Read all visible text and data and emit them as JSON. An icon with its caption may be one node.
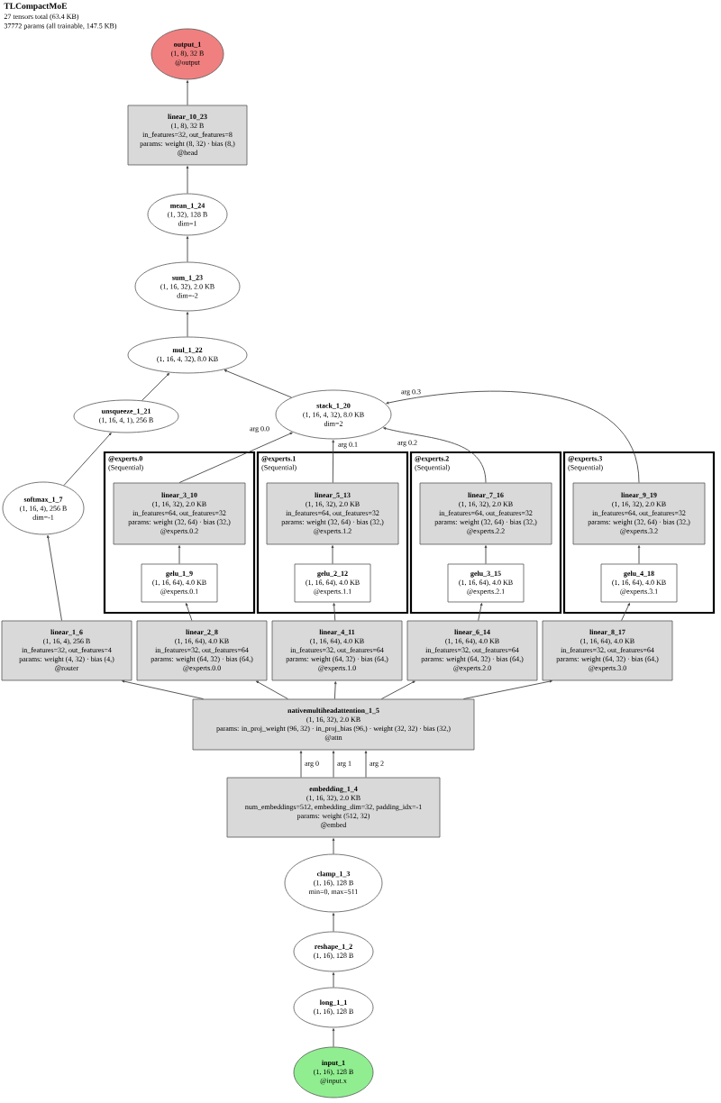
{
  "diagram": {
    "title": "TLCompactMoE",
    "nodes": [
      {
        "text": [
          "output_1",
          "(1, 8), 32 B",
          "@output"
        ]
      },
      {
        "text": [
          "linear_10_23",
          "(1, 8), 32 B",
          "in_features=32, out_features=8",
          "params: weight (8, 32) · bias (8,)",
          "@head"
        ]
      },
      {
        "text": [
          "mean_1_24",
          "(1, 32), 128 B",
          "dim=1"
        ]
      },
      {
        "text": [
          "sum_1_23",
          "(1, 16, 32), 2.0 KB",
          "dim=-2"
        ]
      },
      {
        "text": [
          "mul_1_22",
          "(1, 16, 4, 32), 8.0 KB"
        ]
      },
      {
        "text": [
          "unsqueeze_1_21",
          "(1, 16, 4, 1), 256 B"
        ]
      },
      {
        "text": [
          "stack_1_20",
          "(1, 16, 4, 32), 8.0 KB",
          "dim=2"
        ]
      },
      {
        "text": [
          "softmax_1_7",
          "(1, 16, 4), 256 B",
          "dim=-1"
        ]
      },
      {
        "text": [
          "@experts.0",
          "(Sequential)"
        ]
      },
      {
        "text": [
          "linear_3_10",
          "(1, 16, 32), 2.0 KB",
          "in_features=64, out_features=32",
          "params: weight (32, 64) · bias (32,)",
          "@experts.0.2"
        ],
        "in": 8
      },
      {
        "text": [
          "gelu_1_9",
          "(1, 16, 64), 4.0 KB",
          "@experts.0.1"
        ],
        "in": 8
      },
      {
        "text": [
          "@experts.1",
          "(Sequential)"
        ]
      },
      {
        "text": [
          "linear_5_13",
          "(1, 16, 32), 2.0 KB",
          "in_features=64, out_features=32",
          "params: weight (32, 64) · bias (32,)",
          "@experts.1.2"
        ],
        "in": 11
      },
      {
        "text": [
          "gelu_2_12",
          "(1, 16, 64), 4.0 KB",
          "@experts.1.1"
        ],
        "in": 11
      },
      {
        "text": [
          "@experts.2",
          "(Sequential)"
        ]
      },
      {
        "text": [
          "linear_7_16",
          "(1, 16, 32), 2.0 KB",
          "in_features=64, out_features=32",
          "params: weight (32, 64) · bias (32,)",
          "@experts.2.2"
        ],
        "in": 14
      },
      {
        "text": [
          "gelu_3_15",
          "(1, 16, 64), 4.0 KB",
          "@experts.2.1"
        ],
        "in": 14
      },
      {
        "text": [
          "@experts.3",
          "(Sequential)"
        ]
      },
      {
        "text": [
          "linear_9_19",
          "(1, 16, 32), 2.0 KB",
          "in_features=64, out_features=32",
          "params: weight (32, 64) · bias (32,)",
          "@experts.3.2"
        ],
        "in": 17
      },
      {
        "text": [
          "gelu_4_18",
          "(1, 16, 64), 4.0 KB",
          "@experts.3.1"
        ],
        "in": 17
      },
      {
        "text": [
          "linear_1_6",
          "(1, 16, 4), 256 B",
          "in_features=32, out_features=4",
          "params: weight (4, 32) · bias (4,)",
          "@router"
        ]
      },
      {
        "text": [
          "linear_2_8",
          "(1, 16, 64), 4.0 KB",
          "in_features=32, out_features=64",
          "params: weight (64, 32) · bias (64,)",
          "@experts.0.0"
        ]
      },
      {
        "text": [
          "linear_4_11",
          "(1, 16, 64), 4.0 KB",
          "in_features=32, out_features=64",
          "params: weight (64, 32) · bias (64,)",
          "@experts.1.0"
        ]
      },
      {
        "text": [
          "linear_6_14",
          "(1, 16, 64), 4.0 KB",
          "in_features=32, out_features=64",
          "params: weight (64, 32) · bias (64,)",
          "@experts.2.0"
        ]
      },
      {
        "text": [
          "linear_8_17",
          "(1, 16, 64), 4.0 KB",
          "in_features=32, out_features=64",
          "params: weight (64, 32) · bias (64,)",
          "@experts.3.0"
        ]
      },
      {
        "text": [
          "nativemultiheadattention_1_5",
          "(1, 16, 32), 2.0 KB",
          "params: in_proj_weight (96, 32) · in_proj_bias (96,) · weight (32, 32) · bias (32,)",
          "@attn"
        ]
      },
      {
        "text": [
          "embedding_1_4",
          "(1, 16, 32), 2.0 KB",
          "num_embeddings=512, embedding_dim=32, padding_idx=-1",
          "params: weight (512, 32)",
          "@embed"
        ]
      },
      {
        "text": [
          "clamp_1_3",
          "(1, 16), 128 B",
          "min=0, max=511"
        ]
      },
      {
        "text": [
          "reshape_1_2",
          "(1, 16), 128 B"
        ]
      },
      {
        "text": [
          "long_1_1",
          "(1, 16), 128 B"
        ]
      },
      {
        "text": [
          "input_1",
          "(1, 16), 128 B",
          "@input.x"
        ]
      }
    ],
    "edges": [
      {
        "from": 30,
        "to": 29,
        "arrow": "to"
      },
      {
        "from": 29,
        "to": 28,
        "arrow": "to"
      },
      {
        "from": 28,
        "to": 27,
        "arrow": "to"
      },
      {
        "from": 27,
        "to": 26,
        "arrow": "to"
      },
      {
        "from": 26,
        "to": 25,
        "arrow": "to",
        "label": "arg 0"
      },
      {
        "from": 26,
        "to": 25,
        "arrow": "to",
        "label": "arg 1"
      },
      {
        "from": 26,
        "to": 25,
        "arrow": "to",
        "label": "arg 2"
      },
      {
        "from": 25,
        "to": 20,
        "arrow": "to"
      },
      {
        "from": 25,
        "to": 21,
        "arrow": "to"
      },
      {
        "from": 25,
        "to": 22,
        "arrow": "to"
      },
      {
        "from": 25,
        "to": 23,
        "arrow": "to"
      },
      {
        "from": 25,
        "to": 24,
        "arrow": "to"
      },
      {
        "from": 20,
        "to": 7,
        "arrow": "to"
      },
      {
        "from": 7,
        "to": 5,
        "arrow": "to"
      },
      {
        "from": 21,
        "to": 10,
        "arrow": "to"
      },
      {
        "from": 10,
        "to": 9,
        "arrow": "to"
      },
      {
        "from": 22,
        "to": 13,
        "arrow": "to"
      },
      {
        "from": 13,
        "to": 12,
        "arrow": "to"
      },
      {
        "from": 23,
        "to": 16,
        "arrow": "to"
      },
      {
        "from": 16,
        "to": 15,
        "arrow": "to"
      },
      {
        "from": 24,
        "to": 19,
        "arrow": "to"
      },
      {
        "from": 19,
        "to": 18,
        "arrow": "to"
      },
      {
        "from": 9,
        "to": 6,
        "arrow": "to",
        "label": "arg 0.0"
      },
      {
        "from": 12,
        "to": 6,
        "arrow": "to",
        "label": "arg 0.1"
      },
      {
        "from": 15,
        "to": 6,
        "arrow": "to",
        "label": "arg 0.2"
      },
      {
        "from": 18,
        "to": 6,
        "arrow": "to",
        "label": "arg 0.3"
      },
      {
        "from": 5,
        "to": 4,
        "arrow": "to"
      },
      {
        "from": 6,
        "to": 4,
        "arrow": "to"
      },
      {
        "from": 4,
        "to": 3,
        "arrow": "to"
      },
      {
        "from": 3,
        "to": 2,
        "arrow": "to"
      },
      {
        "from": 2,
        "to": 1,
        "arrow": "to"
      },
      {
        "from": 1,
        "to": 0,
        "arrow": "to"
      }
    ],
    "labels": [
      "27 tensors total (63.4 KB)",
      "37772 params (all trainable, 147.5 KB)"
    ]
  }
}
